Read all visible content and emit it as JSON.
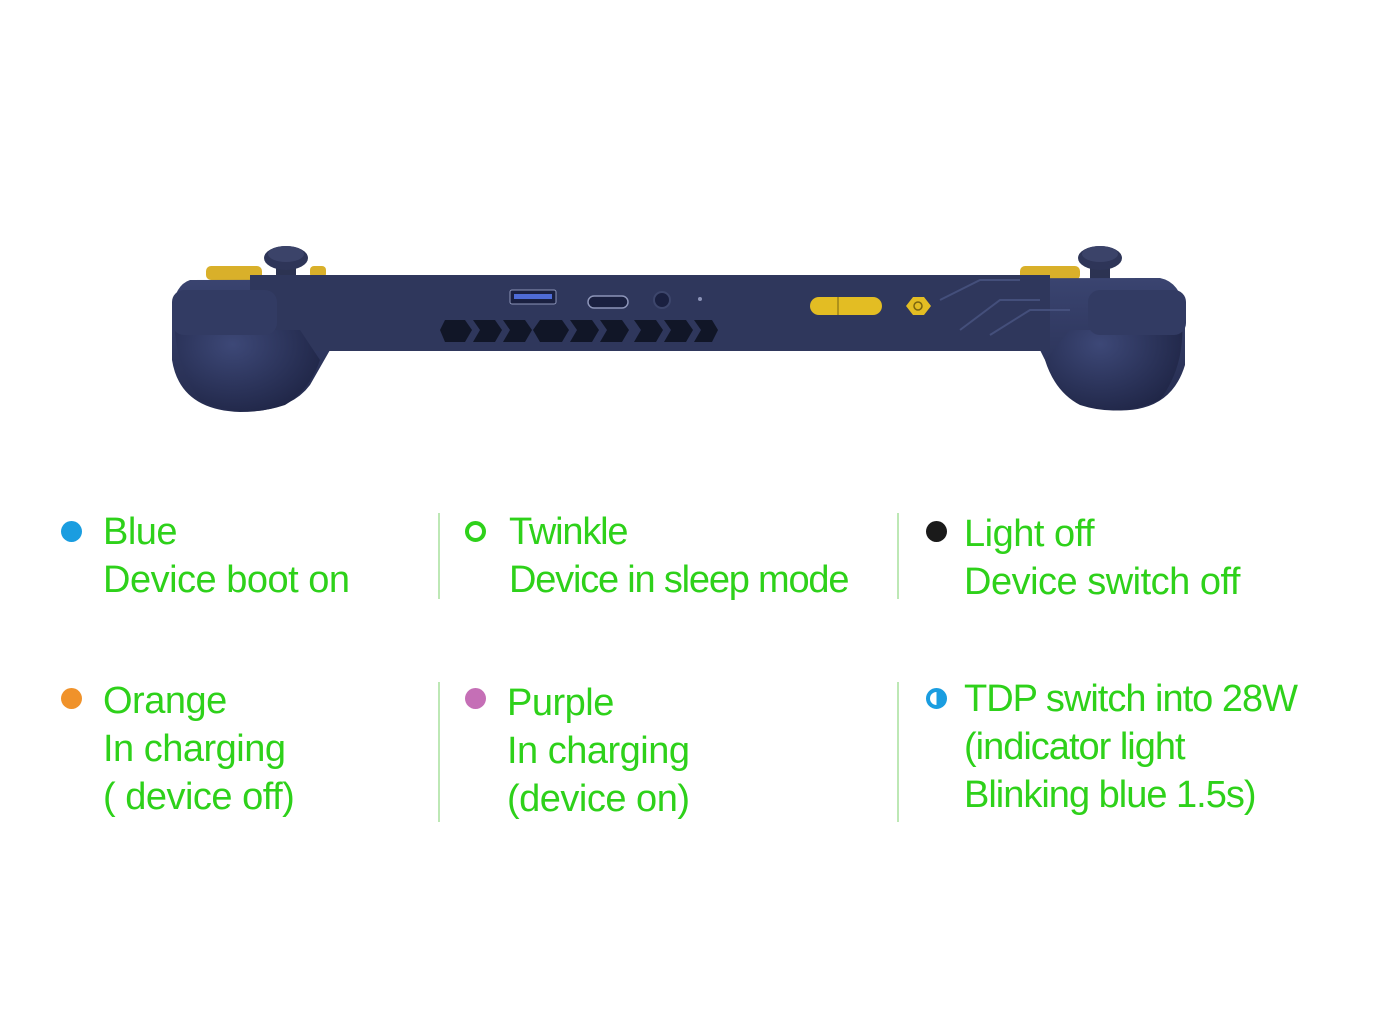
{
  "device_image": {
    "description_icon": "handheld-console-top-view"
  },
  "colors": {
    "text": "#2ed11a",
    "blue": "#1a9de0",
    "twinkle": "#2ed11a",
    "light_off": "#1a1a1a",
    "orange": "#f0922a",
    "purple": "#c56fb6",
    "tdp": "#1a9de0"
  },
  "legend": [
    {
      "icon": "blue-dot-icon",
      "line1": "Blue",
      "line2": "Device boot on"
    },
    {
      "icon": "twinkle-ring-icon",
      "line1": "Twinkle",
      "line2": "Device in sleep mode"
    },
    {
      "icon": "black-dot-icon",
      "line1": "Light off",
      "line2": "Device switch off"
    },
    {
      "icon": "orange-dot-icon",
      "line1": "Orange",
      "line2": "In charging",
      "line3": "( device off)"
    },
    {
      "icon": "purple-dot-icon",
      "line1": "Purple",
      "line2": "In charging",
      "line3": "(device on)"
    },
    {
      "icon": "half-blue-dot-icon",
      "line1": "TDP switch into 28W",
      "line2": "(indicator light",
      "line3": "Blinking blue 1.5s)"
    }
  ]
}
